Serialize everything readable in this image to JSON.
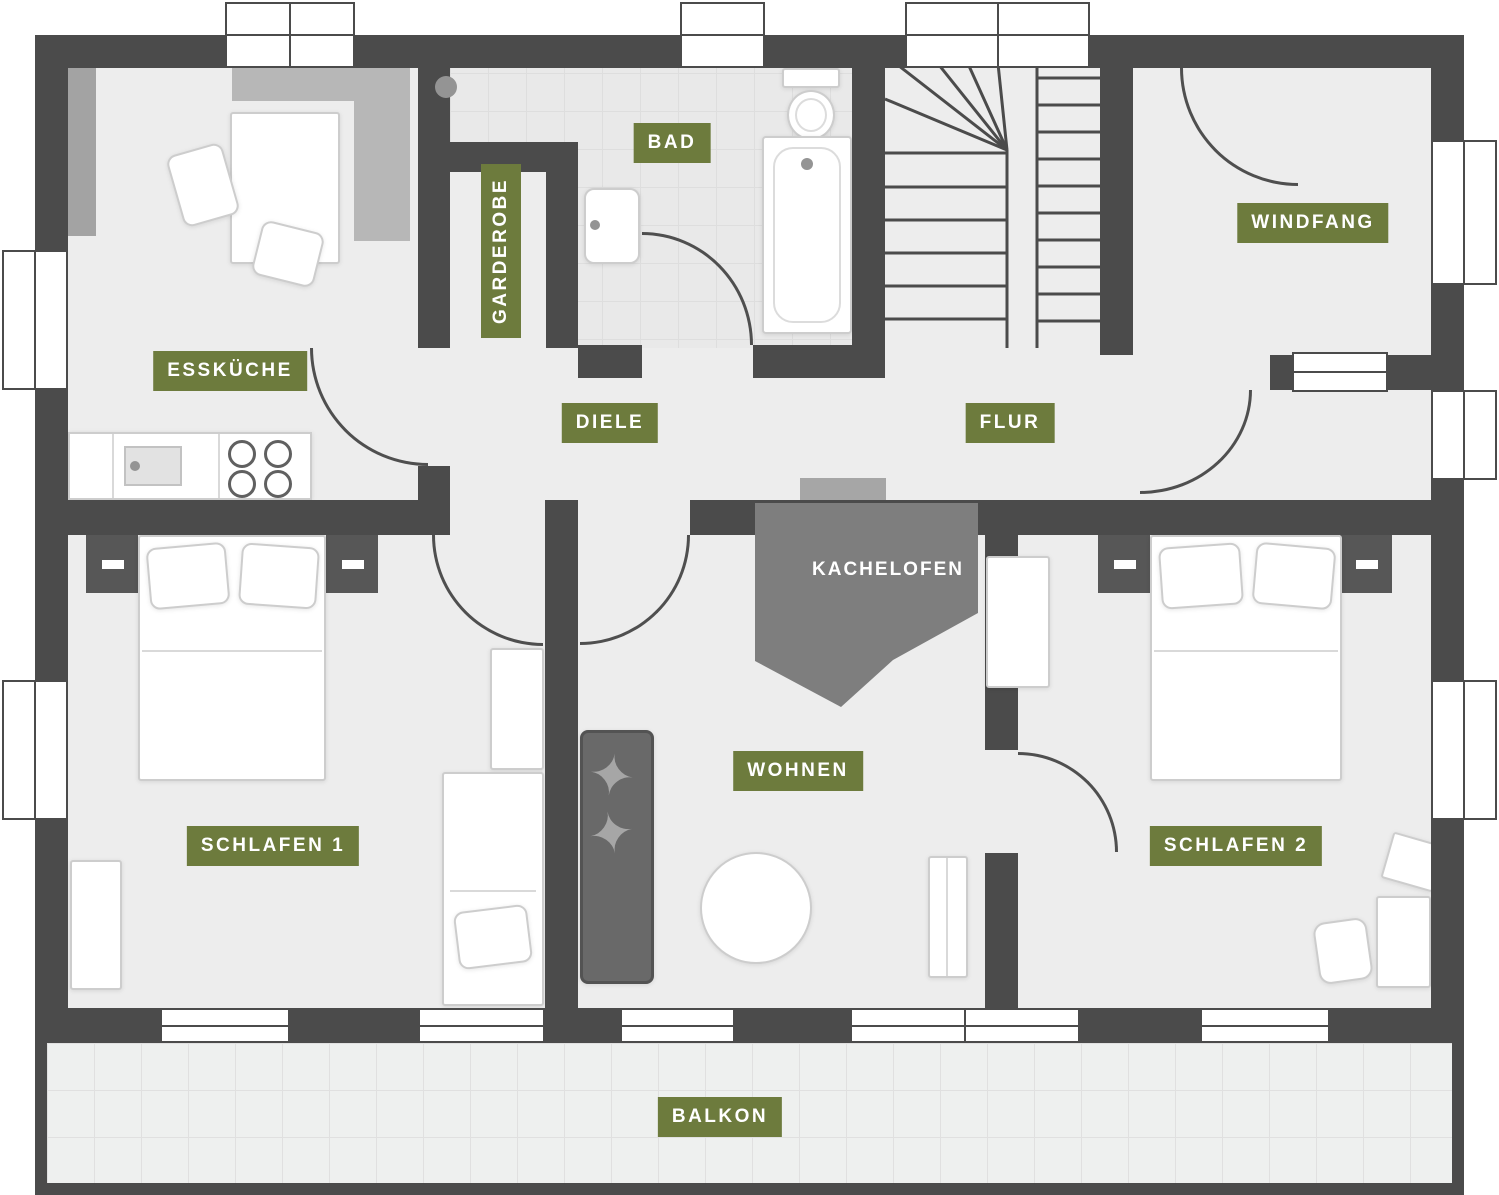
{
  "colors": {
    "wall": "#4b4b4b",
    "floor": "#ededed",
    "tile_floor": "#e9e9e9",
    "badge_green": "#6d7b3d",
    "furniture_gray": "#b7b7b7",
    "sofa_gray": "#696969",
    "stove_gray": "#7e7e7e"
  },
  "icons": {
    "sofa_pillow": "✦"
  },
  "rooms": {
    "esskueche": {
      "label": "ESSKÜCHE"
    },
    "garderobe": {
      "label": "GARDEROBE"
    },
    "bad": {
      "label": "BAD"
    },
    "windfang": {
      "label": "WINDFANG"
    },
    "diele": {
      "label": "DIELE"
    },
    "flur": {
      "label": "FLUR"
    },
    "kachelofen": {
      "label": "KACHELOFEN"
    },
    "schlafen1": {
      "label": "SCHLAFEN 1"
    },
    "wohnen": {
      "label": "WOHNEN"
    },
    "schlafen2": {
      "label": "SCHLAFEN 2"
    },
    "balkon": {
      "label": "BALKON"
    }
  }
}
